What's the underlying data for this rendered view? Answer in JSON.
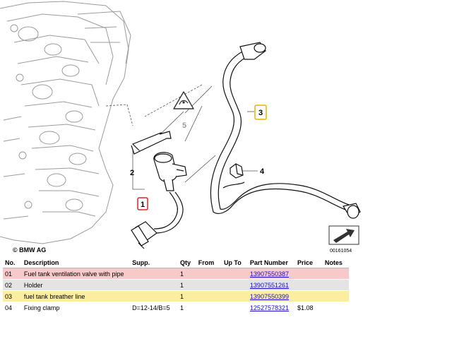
{
  "diagram": {
    "copyright": "© BMW AG",
    "image_number": "00161054",
    "callouts": [
      {
        "id": "callout-1",
        "label": "1",
        "color": "#e0202a"
      },
      {
        "id": "callout-2",
        "label": "2",
        "color": ""
      },
      {
        "id": "callout-3",
        "label": "3",
        "color": "#e8b400"
      },
      {
        "id": "callout-4",
        "label": "4",
        "color": ""
      },
      {
        "id": "callout-5",
        "label": "5",
        "color": "#9a9a9a"
      }
    ]
  },
  "table": {
    "headers": {
      "no": "No.",
      "description": "Description",
      "supp": "Supp.",
      "qty": "Qty",
      "from": "From",
      "up_to": "Up To",
      "part_number": "Part Number",
      "price": "Price",
      "notes": "Notes"
    },
    "rows": [
      {
        "no": "01",
        "description": "Fuel tank ventilation valve with pipe",
        "supp": "",
        "qty": "1",
        "from": "",
        "up_to": "",
        "part_number": "13907550387",
        "price": "",
        "notes": "",
        "highlight": "red"
      },
      {
        "no": "02",
        "description": "Holder",
        "supp": "",
        "qty": "1",
        "from": "",
        "up_to": "",
        "part_number": "13907551261",
        "price": "",
        "notes": "",
        "highlight": "gray"
      },
      {
        "no": "03",
        "description": "fuel tank breather line",
        "supp": "",
        "qty": "1",
        "from": "",
        "up_to": "",
        "part_number": "13907550399",
        "price": "",
        "notes": "",
        "highlight": "yellow"
      },
      {
        "no": "04",
        "description": "Fixing clamp",
        "supp": "D=12-14/B=5",
        "qty": "1",
        "from": "",
        "up_to": "",
        "part_number": "12527578321",
        "price": "$1.08",
        "notes": "",
        "highlight": "none"
      }
    ]
  }
}
